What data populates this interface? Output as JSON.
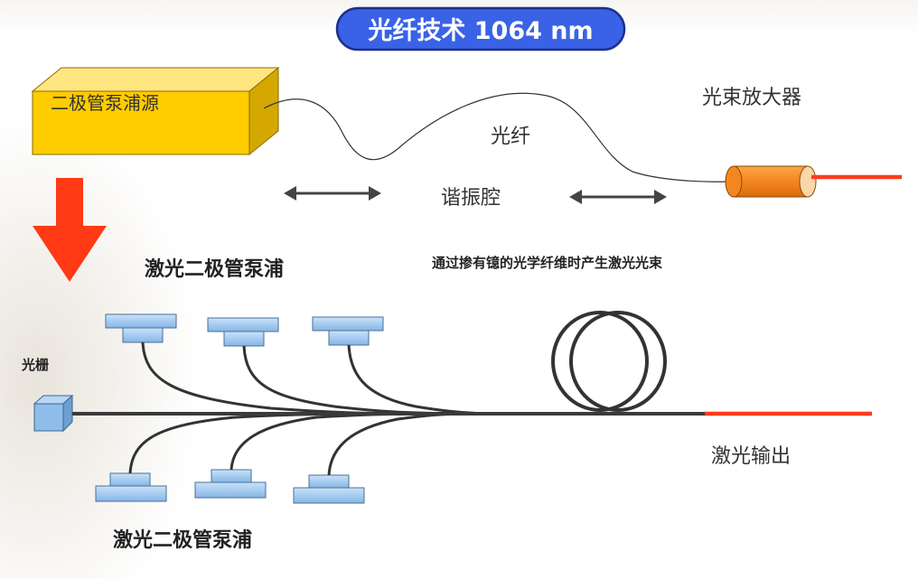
{
  "title": "光纤技术 1064 nm",
  "labels": {
    "pump_source": "二极管泵浦源",
    "fiber": "光纤",
    "amplifier": "光束放大器",
    "cavity": "谐振腔",
    "description": "通过掺有镱的光学纤维时产生激光光束",
    "pump_top": "激光二极管泵浦",
    "pump_bottom": "激光二极管泵浦",
    "grating": "光栅",
    "output": "激光输出"
  },
  "colors": {
    "title_fill": "#3a62e6",
    "title_border": "#1b2f8a",
    "pump_source_front": "#ffcc00",
    "amplifier": "#f5861f",
    "laser_beam": "#ff3b1a",
    "arrow_down": "#ff3a14",
    "pump_disc": "#a9cdf2",
    "grating_cube": "#8ebde9",
    "fiber_line": "#3a3a3a"
  }
}
